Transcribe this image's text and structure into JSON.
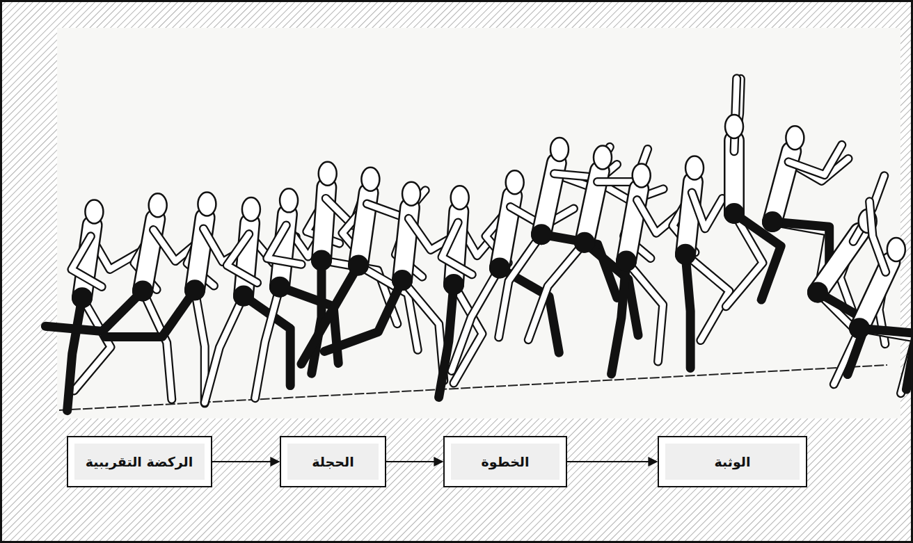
{
  "diagram": {
    "nodes": [
      {
        "text": [
          "الركضة التقريبية"
        ]
      },
      {
        "text": [
          "الحجلة"
        ]
      },
      {
        "text": [
          "الخطوة"
        ]
      },
      {
        "text": [
          "الوثبة"
        ]
      }
    ],
    "edges": [
      {
        "from": 0,
        "to": 1,
        "arrow": "to"
      },
      {
        "from": 1,
        "to": 2,
        "arrow": "to"
      },
      {
        "from": 2,
        "to": 3,
        "arrow": "to"
      }
    ]
  }
}
